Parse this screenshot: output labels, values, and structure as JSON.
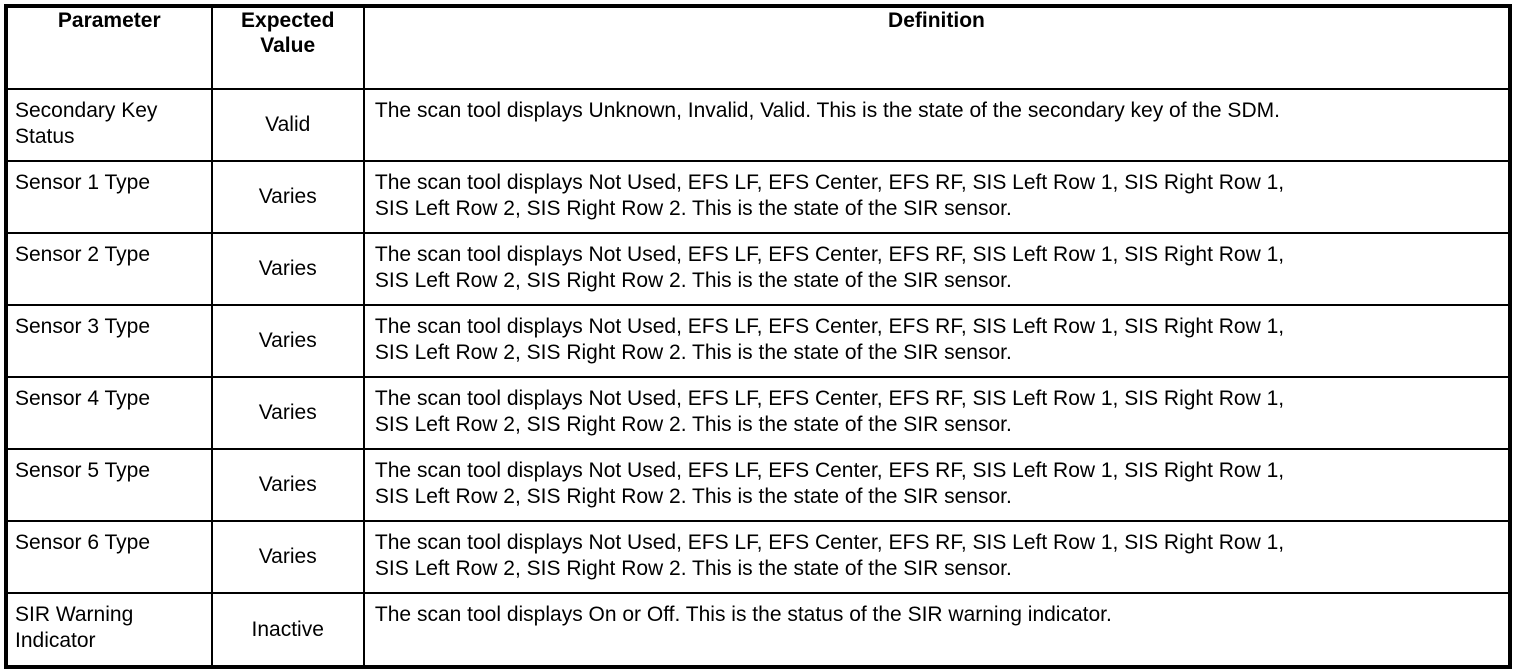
{
  "table": {
    "headers": {
      "parameter": "Parameter",
      "expected_value": "Expected\nValue",
      "definition": "Definition"
    },
    "rows": [
      {
        "parameter": "Secondary Key Status",
        "expected_value": "Valid",
        "definition": "The scan tool displays Unknown, Invalid, Valid. This is the state of the secondary key of the SDM."
      },
      {
        "parameter": "Sensor 1 Type",
        "expected_value": "Varies",
        "definition": "The scan tool displays Not Used, EFS LF, EFS Center, EFS RF, SIS Left Row 1, SIS Right Row 1,\nSIS Left Row 2, SIS Right Row 2. This is the state of the SIR sensor."
      },
      {
        "parameter": "Sensor 2 Type",
        "expected_value": "Varies",
        "definition": "The scan tool displays Not Used, EFS LF, EFS Center, EFS RF, SIS Left Row 1, SIS Right Row 1,\nSIS Left Row 2, SIS Right Row 2. This is the state of the SIR sensor."
      },
      {
        "parameter": "Sensor 3 Type",
        "expected_value": "Varies",
        "definition": "The scan tool displays Not Used, EFS LF, EFS Center, EFS RF, SIS Left Row 1, SIS Right Row 1,\nSIS Left Row 2, SIS Right Row 2. This is the state of the SIR sensor."
      },
      {
        "parameter": "Sensor 4 Type",
        "expected_value": "Varies",
        "definition": "The scan tool displays Not Used, EFS LF, EFS Center, EFS RF, SIS Left Row 1, SIS Right Row 1,\nSIS Left Row 2, SIS Right Row 2. This is the state of the SIR sensor."
      },
      {
        "parameter": "Sensor 5 Type",
        "expected_value": "Varies",
        "definition": "The scan tool displays Not Used, EFS LF, EFS Center, EFS RF, SIS Left Row 1, SIS Right Row 1,\nSIS Left Row 2, SIS Right Row 2. This is the state of the SIR sensor."
      },
      {
        "parameter": "Sensor 6 Type",
        "expected_value": "Varies",
        "definition": "The scan tool displays Not Used, EFS LF, EFS Center, EFS RF, SIS Left Row 1, SIS Right Row 1,\nSIS Left Row 2, SIS Right Row 2. This is the state of the SIR sensor."
      },
      {
        "parameter": "SIR Warning Indicator",
        "expected_value": "Inactive",
        "definition": "The scan tool displays On or Off. This is the status of the SIR warning indicator."
      }
    ]
  },
  "colors": {
    "border": "#000000",
    "text": "#000000",
    "background": "#ffffff"
  }
}
